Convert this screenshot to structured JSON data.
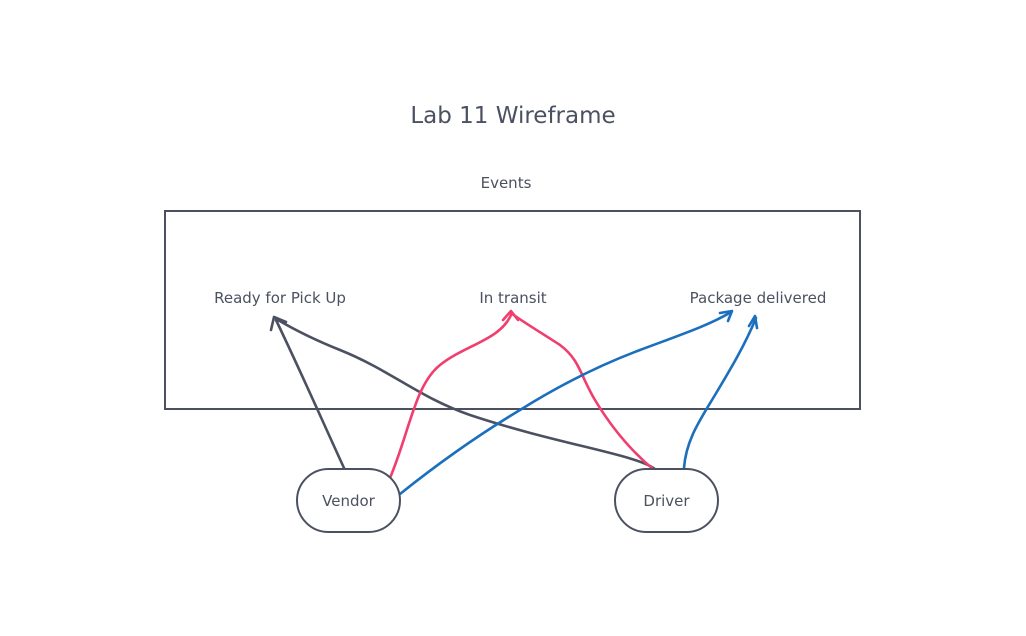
{
  "title": "Lab 11 Wireframe",
  "events_box": {
    "label": "Events",
    "events": [
      "Ready for Pick Up",
      "In transit",
      "Package delivered"
    ]
  },
  "actors": {
    "vendor": "Vendor",
    "driver": "Driver"
  },
  "colors": {
    "ink": "#4b5161",
    "pink": "#f03e6e",
    "blue": "#1b6fbd"
  },
  "connections": [
    {
      "from": "Vendor",
      "to": "Ready for Pick Up",
      "color": "#4b5161"
    },
    {
      "from": "Driver",
      "to": "Ready for Pick Up",
      "color": "#4b5161"
    },
    {
      "from": "Vendor",
      "to": "In transit",
      "color": "#f03e6e"
    },
    {
      "from": "Driver",
      "to": "In transit",
      "color": "#f03e6e"
    },
    {
      "from": "Vendor",
      "to": "Package delivered",
      "color": "#1b6fbd"
    },
    {
      "from": "Driver",
      "to": "Package delivered",
      "color": "#1b6fbd"
    }
  ]
}
